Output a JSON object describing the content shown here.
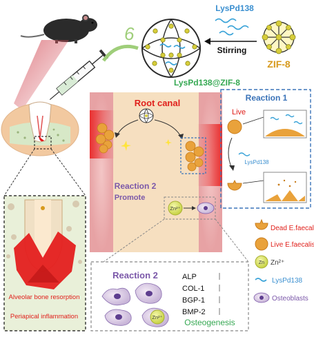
{
  "synthesis": {
    "peptide_label": "LysPd138",
    "framework_label": "ZIF-8",
    "process_label": "Stirring",
    "product_label": "LysPd138@ZIF-8",
    "number_label": "6"
  },
  "canal": {
    "title": "Root canal",
    "reaction2_line1": "Reaction 2",
    "reaction2_line2": "Promote",
    "zn_label": "Zn²⁺"
  },
  "reaction1": {
    "title": "Reaction 1",
    "live_label": "Live",
    "peptide_label": "LysPd138"
  },
  "pathology": {
    "line1": "Alveolar bone resorption",
    "line2": "Periapical inflammation"
  },
  "reaction2_detail": {
    "title": "Reaction 2",
    "zn_label": "Zn²⁺",
    "markers": [
      "ALP",
      "COL-1",
      "BGP-1",
      "BMP-2"
    ],
    "outcome": "Osteogenesis"
  },
  "legend": [
    {
      "icon": "dead-bacteria-icon",
      "label": "Dead E.faecalis"
    },
    {
      "icon": "live-bacteria-icon",
      "label": "Live E.faecalis"
    },
    {
      "icon": "zinc-ion-icon",
      "icon_text": "Zn",
      "label": "Zn²⁺"
    },
    {
      "icon": "peptide-icon",
      "label": "LysPd138"
    },
    {
      "icon": "osteoblast-icon",
      "label": "Osteoblasts"
    }
  ],
  "colors": {
    "red_text": "#e0201b",
    "green_text": "#35a852",
    "blue_text": "#3a8fd0",
    "purple_text": "#7b58a9",
    "bacteria_orange": "#e9a23b",
    "canal_fill": "#f6dfc0",
    "dash_blue": "#3a73b8"
  }
}
